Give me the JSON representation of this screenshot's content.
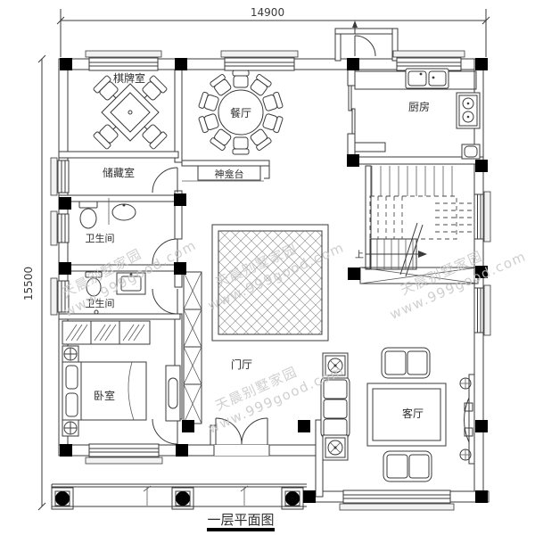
{
  "title": {
    "text": "一层平面图"
  },
  "dimensions": {
    "width_top": "14900",
    "height_left": "15500"
  },
  "rooms": {
    "chess_room": "棋牌室",
    "storage": "储藏室",
    "dining": "餐厅",
    "shrine": "神龛台",
    "kitchen": "厨房",
    "bathroom_1": "卫生间",
    "bathroom_2": "卫生间",
    "bedroom": "卧室",
    "foyer": "门厅",
    "living_room": "客厅"
  },
  "stairs": {
    "up": "上"
  },
  "watermark": {
    "brand": "天晨别墅家园",
    "url": "www.999good.com"
  },
  "colors": {
    "line": "#3a3a3a",
    "column": "#000000",
    "watermark": "#c7c7c7",
    "background": "#ffffff"
  }
}
